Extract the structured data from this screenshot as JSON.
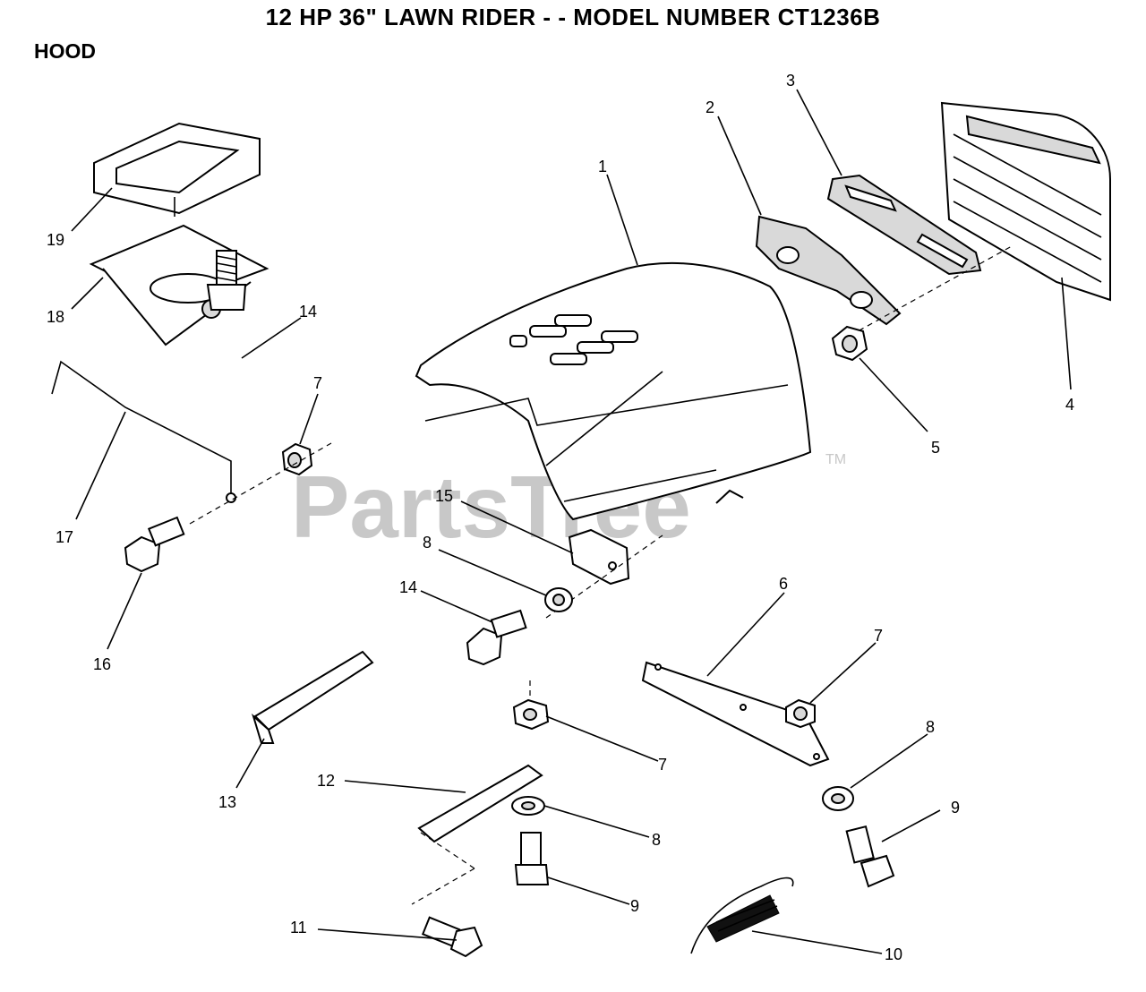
{
  "header": {
    "title": "12 HP 36\" LAWN RIDER - - MODEL NUMBER CT1236B",
    "section": "HOOD"
  },
  "watermark": {
    "text": "PartsTree",
    "tm": "TM"
  },
  "callouts": {
    "c1": "1",
    "c2": "2",
    "c3": "3",
    "c4": "4",
    "c5": "5",
    "c6": "6",
    "c7a": "7",
    "c7b": "7",
    "c7c": "7",
    "c8a": "8",
    "c8b": "8",
    "c8c": "8",
    "c9a": "9",
    "c9b": "9",
    "c10": "10",
    "c11": "11",
    "c12": "12",
    "c13": "13",
    "c14a": "14",
    "c14b": "14",
    "c15": "15",
    "c16": "16",
    "c17": "17",
    "c18": "18",
    "c19": "19"
  }
}
